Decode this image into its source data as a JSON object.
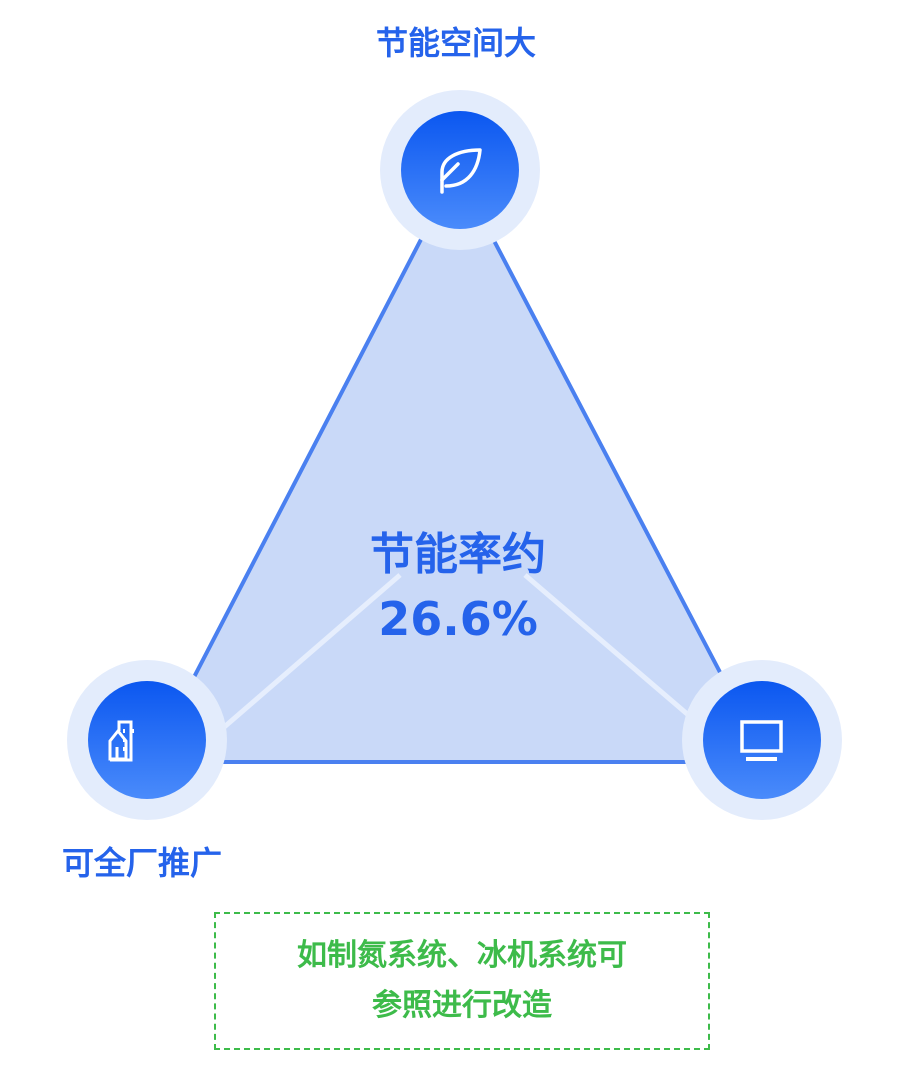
{
  "nodes": {
    "top": {
      "label": "节能空间大",
      "icon": "leaf-icon"
    },
    "left": {
      "label": "可全厂推广",
      "icon": "building-icon"
    },
    "right": {
      "label": "",
      "icon": "monitor-icon"
    }
  },
  "center": {
    "title": "节能率约",
    "value": "26.6%"
  },
  "note": {
    "line1": "如制氮系统、冰机系统可",
    "line2": "参照进行改造"
  },
  "colors": {
    "primary": "#2563eb",
    "fill": "#c9d9f8",
    "ring": "#e3ecfc",
    "note": "#3dbb4a"
  }
}
